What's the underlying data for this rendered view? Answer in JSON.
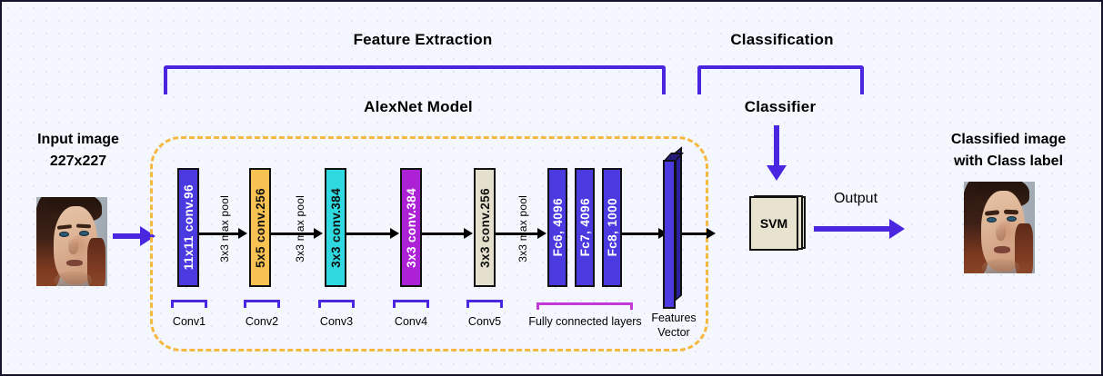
{
  "diagram": {
    "title_feature_extraction": "Feature Extraction",
    "title_classification": "Classification",
    "label_alexnet": "AlexNet Model",
    "label_classifier": "Classifier",
    "label_output": "Output",
    "input_caption_line1": "Input image",
    "input_caption_line2": "227x227",
    "output_caption_line1": "Classified image",
    "output_caption_line2": "with Class label",
    "features_vector_line1": "Features",
    "features_vector_line2": "Vector",
    "svm_label": "SVM",
    "fully_connected_label": "Fully connected layers"
  },
  "layers": [
    {
      "name": "conv1",
      "text": "11x11 conv.96",
      "group": "Conv1",
      "color": "#4b3ae0",
      "text_color": "#ffffff"
    },
    {
      "name": "conv2",
      "text": "5x5 conv.256",
      "group": "Conv2",
      "color": "#f8c252",
      "text_color": "#111111"
    },
    {
      "name": "conv3",
      "text": "3x3 conv.384",
      "group": "Conv3",
      "color": "#2ed9e0",
      "text_color": "#111111"
    },
    {
      "name": "conv4",
      "text": "3x3 conv.384",
      "group": "Conv4",
      "color": "#ac21d6",
      "text_color": "#ffffff"
    },
    {
      "name": "conv5",
      "text": "3x3 conv.256",
      "group": "Conv5",
      "color": "#e4e0cd",
      "text_color": "#111111"
    }
  ],
  "fc_layers": [
    {
      "name": "fc6",
      "text": "Fc6, 4096",
      "color": "#4b3ae0",
      "text_color": "#ffffff"
    },
    {
      "name": "fc7",
      "text": "Fc7, 4096",
      "color": "#4b3ae0",
      "text_color": "#ffffff"
    },
    {
      "name": "fc8",
      "text": "Fc8, 1000",
      "color": "#4b3ae0",
      "text_color": "#ffffff"
    }
  ],
  "pool_labels": [
    {
      "text": "3x3 max pool"
    },
    {
      "text": "3x3 max pool"
    },
    {
      "text": "3x3 max pool"
    }
  ],
  "colors": {
    "canvas_bg": "#f4f7fe",
    "bracket_purple": "#4b26e0",
    "bracket_magenta": "#c13ad6",
    "dashed_container": "#f5b942",
    "arrow_black": "#000000",
    "svm_fill": "#e7e3ce"
  }
}
